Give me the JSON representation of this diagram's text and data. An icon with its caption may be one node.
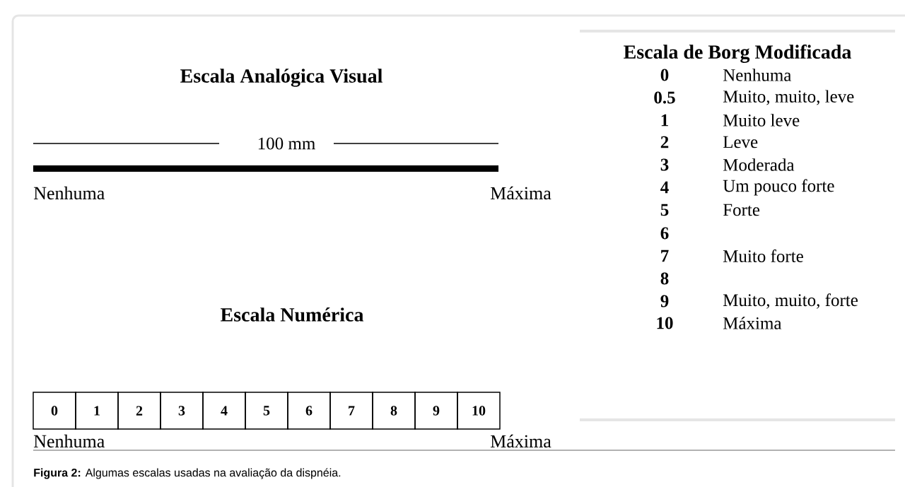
{
  "diagram": {
    "caption": "**Figura 2:** Algumas escalas usadas na avaliação da dispnéia.",
    "nodes": [
      {
        "text": [
          "0"
        ]
      },
      {
        "text": [
          "1"
        ]
      },
      {
        "text": [
          "2"
        ]
      },
      {
        "text": [
          "3"
        ]
      },
      {
        "text": [
          "4"
        ]
      },
      {
        "text": [
          "5"
        ]
      },
      {
        "text": [
          "6"
        ]
      },
      {
        "text": [
          "7"
        ]
      },
      {
        "text": [
          "8"
        ]
      },
      {
        "text": [
          "9"
        ]
      },
      {
        "text": [
          "10"
        ]
      }
    ],
    "labels": [
      "Escala Analógica Visual",
      "100 mm",
      "Nenhuma",
      "Máxima",
      "Escala Numérica",
      "Nenhuma",
      "Máxima",
      "Escala de Borg Modificada",
      "0",
      "Nenhuma",
      "0.5",
      "Muito, muito, leve",
      "1",
      "Muito leve",
      "2",
      "Leve",
      "3",
      "Moderada",
      "4",
      "Um pouco forte",
      "5",
      "Forte",
      "6",
      "7",
      "Muito forte",
      "8",
      "9",
      "Muito, muito, forte",
      "10",
      "Máxima"
    ]
  }
}
